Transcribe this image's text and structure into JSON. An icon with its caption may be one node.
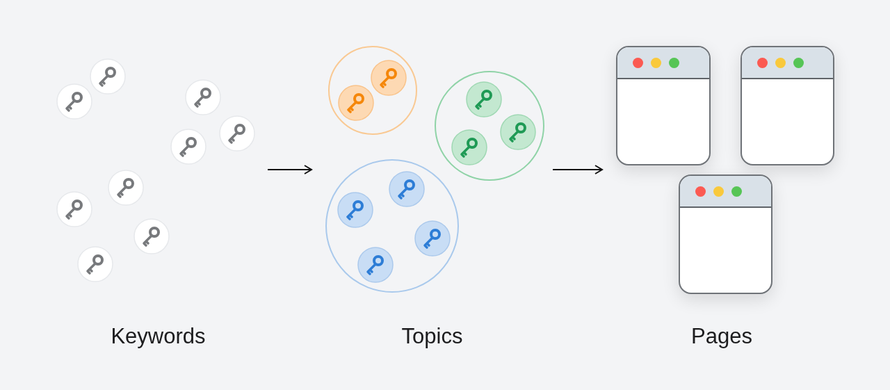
{
  "diagram": {
    "nodes": [
      {
        "text": [
          "Keywords"
        ]
      },
      {
        "text": [
          "Topics"
        ]
      },
      {
        "text": [
          "Pages"
        ]
      },
      {
        "text": [],
        "shape": "circle",
        "in": 1
      },
      {
        "text": [],
        "shape": "circle",
        "in": 1
      },
      {
        "text": [],
        "shape": "circle",
        "in": 1
      },
      {
        "text": [],
        "shape": "box",
        "in": 2
      },
      {
        "text": [],
        "shape": "box",
        "in": 2
      },
      {
        "text": [],
        "shape": "box",
        "in": 2
      }
    ],
    "edges": [
      {
        "from": 0,
        "to": 1,
        "arrow": "to"
      },
      {
        "from": 1,
        "to": 2,
        "arrow": "to"
      }
    ]
  }
}
